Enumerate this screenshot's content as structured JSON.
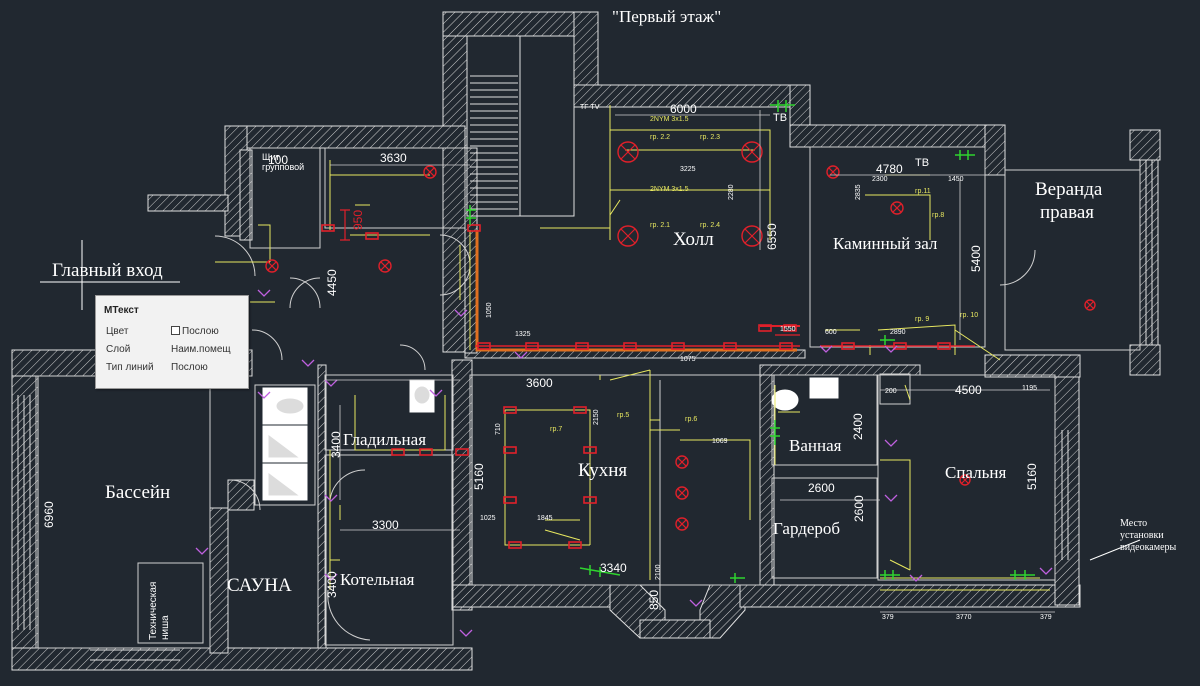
{
  "drawing": {
    "title": "\"Первый этаж\"",
    "rooms": {
      "hall": "Холл",
      "fireplace": "Каминный зал",
      "veranda_line1": "Веранда",
      "veranda_line2": "правая",
      "main_entrance": "Главный вход",
      "pool": "Бассейн",
      "sauna": "САУНА",
      "tech_niche_line1": "Техническая",
      "tech_niche_line2": "ниша",
      "ironing": "Гладильная",
      "boiler": "Котельная",
      "kitchen": "Кухня",
      "bathroom": "Ванная",
      "wardrobe": "Гардероб",
      "bedroom": "Спальня",
      "group_board_line1": "Щит",
      "group_board_line2": "групповой"
    },
    "camera_note": [
      "Место",
      "установки",
      "видеокамеры"
    ],
    "dimensions": {
      "hall_width": "6000",
      "hall_height": "6550",
      "left_room_width": "3630",
      "corridor_height": "4450",
      "fireplace_width": "4780",
      "veranda_height": "5400",
      "kitchen_width": "3600",
      "kitchen_height": "5160",
      "bedroom_width": "4500",
      "bedroom_height": "5160",
      "wardrobe_width": "2600",
      "wardrobe_height": "2600",
      "bath_height": "2400",
      "ironing_height": "3400",
      "boiler_width": "3300",
      "boiler_height": "3400",
      "pool_height": "6960",
      "kitchen_bottom": "3340",
      "bay_depth": "850",
      "dim_950": "950",
      "dim_100": "100",
      "dim_1325": "1325",
      "dim_1050": "1050",
      "dim_3225": "3225",
      "dim_2280": "2280",
      "dim_2300": "2300",
      "dim_2835": "2835",
      "dim_1450": "1450",
      "dim_1195": "1195",
      "dim_200": "200",
      "dim_3770": "3770",
      "dim_379a": "379",
      "dim_379b": "379",
      "dim_1069": "1069",
      "dim_2150": "2150",
      "dim_710": "710",
      "dim_1025": "1025",
      "dim_1845": "1845",
      "dim_2890": "2890",
      "dim_600": "600",
      "dim_2100": "2100",
      "dim_1550": "1550",
      "dim_1075": "1075"
    },
    "tags": {
      "tv1": "ТВ",
      "tv2": "ТВ",
      "gr22": "гр. 2.2",
      "gr23": "гр. 2.3",
      "gr21": "гр. 2.1",
      "gr24": "гр. 2.4",
      "nym1": "2NYM 3x1.5",
      "nym2": "2NYM 3x1.5",
      "gr11": "гр.11",
      "gr8": "гр.8",
      "gr9": "гр. 9",
      "gr10": "гр. 10",
      "gr7": "гр.7",
      "gr5": "гр.5",
      "gr6": "гр.6",
      "tftv": "ТF ТV"
    }
  },
  "properties_panel": {
    "header": "МТекст",
    "rows": [
      {
        "label": "Цвет",
        "value": "Послою"
      },
      {
        "label": "Слой",
        "value": "Наим.помещ"
      },
      {
        "label": "Тип линий",
        "value": "Послою"
      }
    ]
  },
  "colors": {
    "background": "#212830",
    "walls": "#d8d8d8",
    "wiring": "#e8e860",
    "lamps": "#e0202a",
    "sockets": "#e0202a",
    "green": "#2fd42f",
    "magenta": "#c060e0",
    "orange": "#e07020"
  }
}
